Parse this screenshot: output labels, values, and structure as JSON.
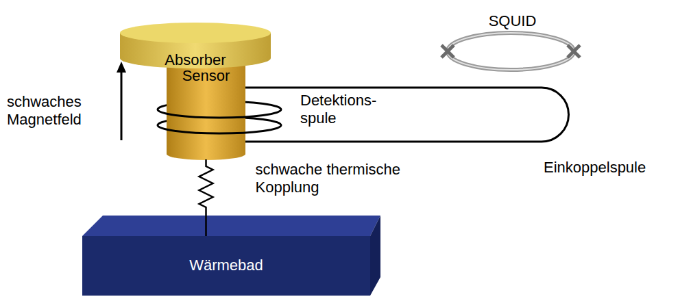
{
  "diagram": {
    "nodes": [
      {
        "text": [
          "Absorber"
        ]
      },
      {
        "text": [
          "Sensor"
        ]
      },
      {
        "text": [
          "SQUID"
        ]
      },
      {
        "text": [
          "Wärmebad"
        ]
      }
    ],
    "edges": [
      {
        "from": 1,
        "to": 3,
        "label": "schwache thermische Kopplung",
        "arrow": "none"
      }
    ],
    "labels": [
      "schwaches Magnetfeld",
      "Detektions- spule",
      "Einkoppelspule"
    ]
  }
}
